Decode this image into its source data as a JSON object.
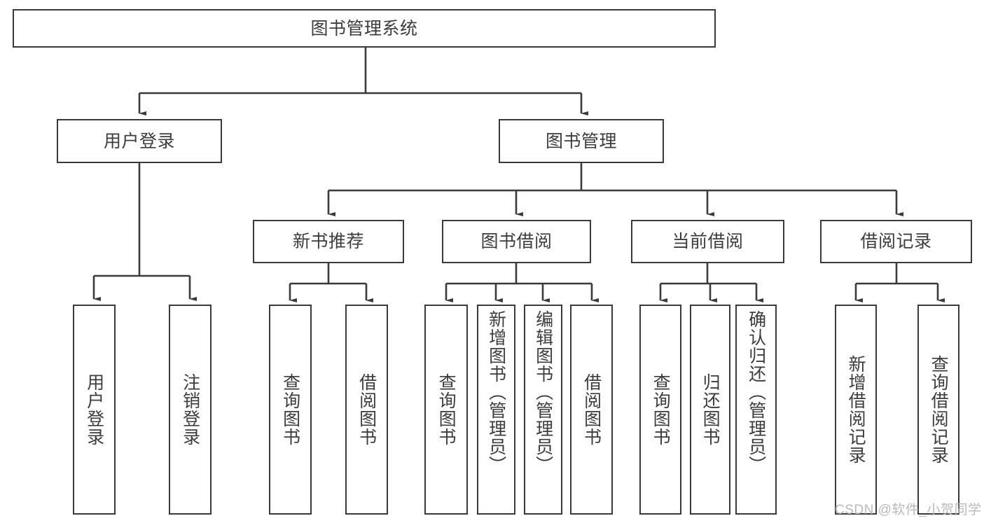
{
  "diagram": {
    "title": "图书管理系统",
    "type": "function-structure-tree",
    "line_color": "#3a3a3a",
    "text_color": "#3c3c3c",
    "background": "#ffffff",
    "watermark": "CSDN @软件_小贺同学",
    "nodes": {
      "root": {
        "label": "图书管理系统"
      },
      "level2": [
        {
          "id": "user-login",
          "label": "用户登录"
        },
        {
          "id": "book-management",
          "label": "图书管理"
        }
      ],
      "level3": [
        {
          "id": "new-book-recommend",
          "label": "新书推荐"
        },
        {
          "id": "book-borrow",
          "label": "图书借阅"
        },
        {
          "id": "current-borrow",
          "label": "当前借阅"
        },
        {
          "id": "borrow-record",
          "label": "借阅记录"
        }
      ],
      "leaves": {
        "user_login": [
          {
            "id": "leaf-user-login",
            "label": "用户登录"
          },
          {
            "id": "leaf-user-logout",
            "label": "注销登录"
          }
        ],
        "new_book_recommend": [
          {
            "id": "leaf-query-book-1",
            "label": "查询图书"
          },
          {
            "id": "leaf-borrow-book-1",
            "label": "借阅图书"
          }
        ],
        "book_borrow": [
          {
            "id": "leaf-query-book-2",
            "label": "查询图书"
          },
          {
            "id": "leaf-add-book",
            "label": "新增图书（管理员）"
          },
          {
            "id": "leaf-edit-book",
            "label": "编辑图书（管理员）"
          },
          {
            "id": "leaf-borrow-book-2",
            "label": "借阅图书"
          }
        ],
        "current_borrow": [
          {
            "id": "leaf-query-book-3",
            "label": "查询图书"
          },
          {
            "id": "leaf-return-book",
            "label": "归还图书"
          },
          {
            "id": "leaf-confirm-return",
            "label": "确认归还（管理员）"
          }
        ],
        "borrow_record": [
          {
            "id": "leaf-add-record",
            "label": "新增借阅记录"
          },
          {
            "id": "leaf-query-record",
            "label": "查询借阅记录"
          }
        ]
      }
    }
  }
}
